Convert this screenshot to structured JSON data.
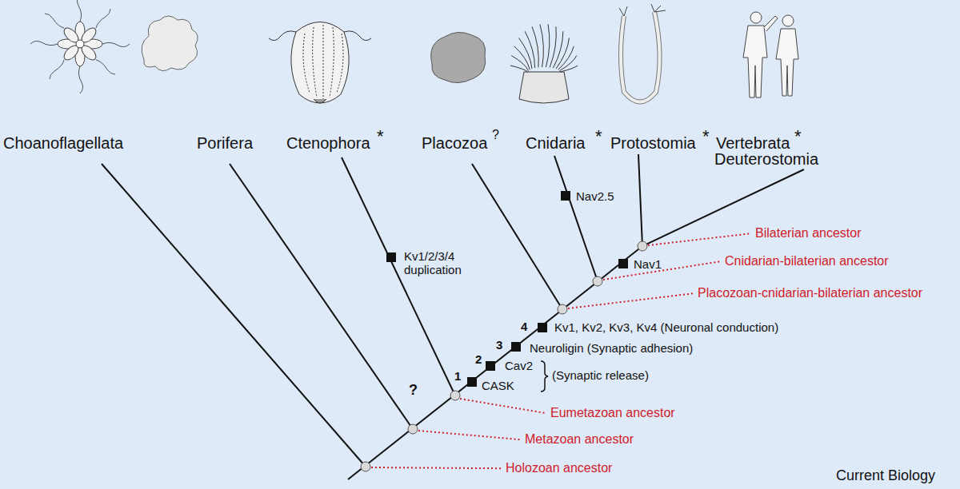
{
  "diagram": {
    "labels": [
      "Choanoflagellata",
      "Porifera",
      "Ctenophora",
      "*",
      "Placozoa",
      "?",
      "Cnidaria",
      "*",
      "Protostomia",
      "*",
      "Vertebrata",
      "*",
      "Deuterostomia",
      "Kv1/2/3/4 duplication",
      "Nav2.5",
      "Nav1",
      "1",
      "2",
      "3",
      "4",
      "Cav2",
      "CASK",
      "(Synaptic release)",
      "Neuroligin (Synaptic adhesion)",
      "Kv1, Kv2, Kv3, Kv4 (Neuronal conduction)",
      "?",
      "Bilaterian ancestor",
      "Cnidarian-bilaterian ancestor",
      "Placozoan-cnidarian-bilaterian ancestor",
      "Eumetazoan ancestor",
      "Metazoan ancestor",
      "Holozoan ancestor",
      "Current Biology"
    ]
  }
}
